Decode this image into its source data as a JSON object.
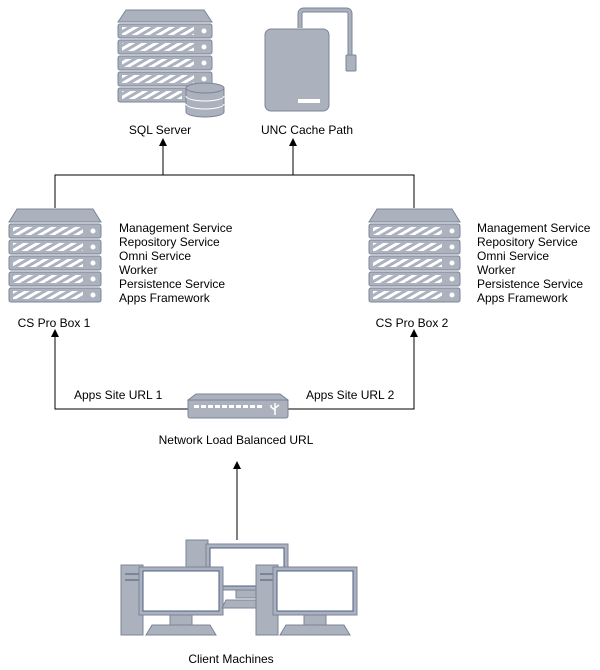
{
  "nodes": {
    "sql_server": {
      "label": "SQL Server"
    },
    "unc_cache": {
      "label": "UNC Cache Path"
    },
    "box1": {
      "label": "CS Pro Box 1",
      "services": [
        "Management Service",
        "Repository Service",
        "Omni Service",
        "Worker",
        "Persistence Service",
        "Apps Framework"
      ]
    },
    "box2": {
      "label": "CS Pro Box 2",
      "services": [
        "Management Service",
        "Repository Service",
        "Omni Service",
        "Worker",
        "Persistence Service",
        "Apps Framework"
      ]
    },
    "load_balancer": {
      "label": "Network Load Balanced URL"
    },
    "clients": {
      "label": "Client Machines"
    }
  },
  "edges": {
    "url1": "Apps Site URL 1",
    "url2": "Apps Site URL 2"
  },
  "colors": {
    "icon_fill": "#abb1bd",
    "icon_stroke": "#7b8598",
    "stripe": "#ffffff",
    "screen": "#ffffff",
    "screen_border": "#4a5f8a"
  }
}
